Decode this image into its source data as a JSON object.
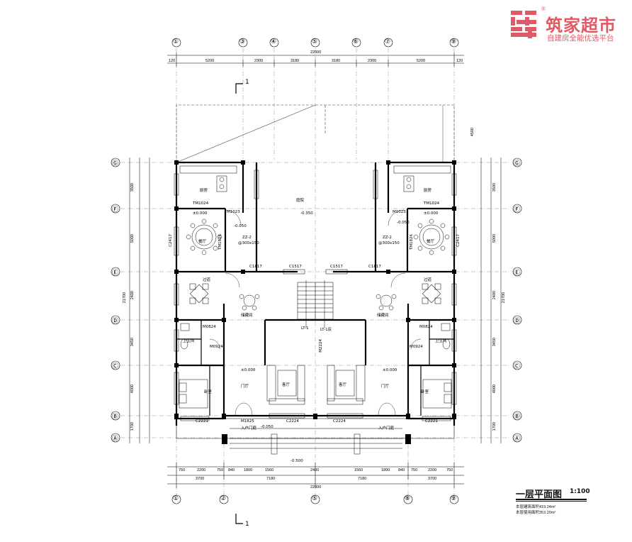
{
  "brand": {
    "name": "筑家超市",
    "slogan": "自建房全能优选平台",
    "registered": "®",
    "color": "#e05a66"
  },
  "drawing": {
    "title": "一层平面图",
    "scale": "1:100",
    "area_note_1": "本层建筑面积419.24m²",
    "area_note_2": "本层使用面积353.20m²",
    "section_mark": "1"
  },
  "axes": {
    "vertical": [
      "①",
      "②",
      "③",
      "④",
      "⑤",
      "⑥",
      "⑦",
      "⑧",
      "⑨"
    ],
    "horizontal": [
      "Ⓐ",
      "Ⓑ",
      "Ⓒ",
      "Ⓓ",
      "Ⓔ",
      "Ⓕ",
      "Ⓖ"
    ]
  },
  "dims": {
    "top_segments": [
      "5200",
      "2300",
      "3180",
      "3180",
      "2300",
      "5200"
    ],
    "top_total": "22000",
    "top_edge": "120",
    "bottom_segments_a": [
      "750",
      "2200",
      "750",
      "840",
      "1800",
      "1560",
      "2400",
      "1560",
      "1800",
      "840",
      "750",
      "2200",
      "750"
    ],
    "bottom_segments_b": [
      "3700",
      "7180",
      "7180",
      "3700"
    ],
    "bottom_total": "22000",
    "left_segments": [
      "3500",
      "5000",
      "2400",
      "3450",
      "4000",
      "1700"
    ],
    "left_total": "21700",
    "yard_depth": "4500"
  },
  "rooms": {
    "kitchen_l": "厨房",
    "kitchen_r": "厨房",
    "dining_l": "餐厅",
    "dining_r": "餐厅",
    "yard": "庭院",
    "stair_l": "LT-1",
    "stair_r": "LT-1反",
    "hall_l": "过道",
    "hall_r": "过道",
    "living_l": "客厅",
    "living_r": "客厅",
    "bedroom_l": "卧室",
    "bedroom_r": "卧室",
    "bath_l": "卫生间",
    "bath_r": "卫生间",
    "storage_l": "储藏间",
    "storage_r": "储藏间",
    "entry_l": "入户门庭",
    "entry_r": "入户门庭",
    "lobby_l": "门厅",
    "lobby_r": "门厅"
  },
  "openings": {
    "c1517a": "C1517",
    "c1517b": "C1517",
    "c2417": "C2417",
    "c1817": "C1817",
    "m1023": "M1023",
    "m0924": "M0924",
    "m0824": "M0824",
    "m1825": "M1825",
    "c2221": "C2221",
    "c2224": "C2224",
    "m2224": "M2224",
    "tm1024": "TM1024",
    "tm1826": "TM1826",
    "zz": "ZZ-2",
    "zz_size": "@300x150"
  },
  "levels": {
    "ground": "±0.000",
    "yard": "-0.350",
    "kitchen": "-0.050",
    "porch": "-0.050",
    "outside": "-0.500"
  }
}
